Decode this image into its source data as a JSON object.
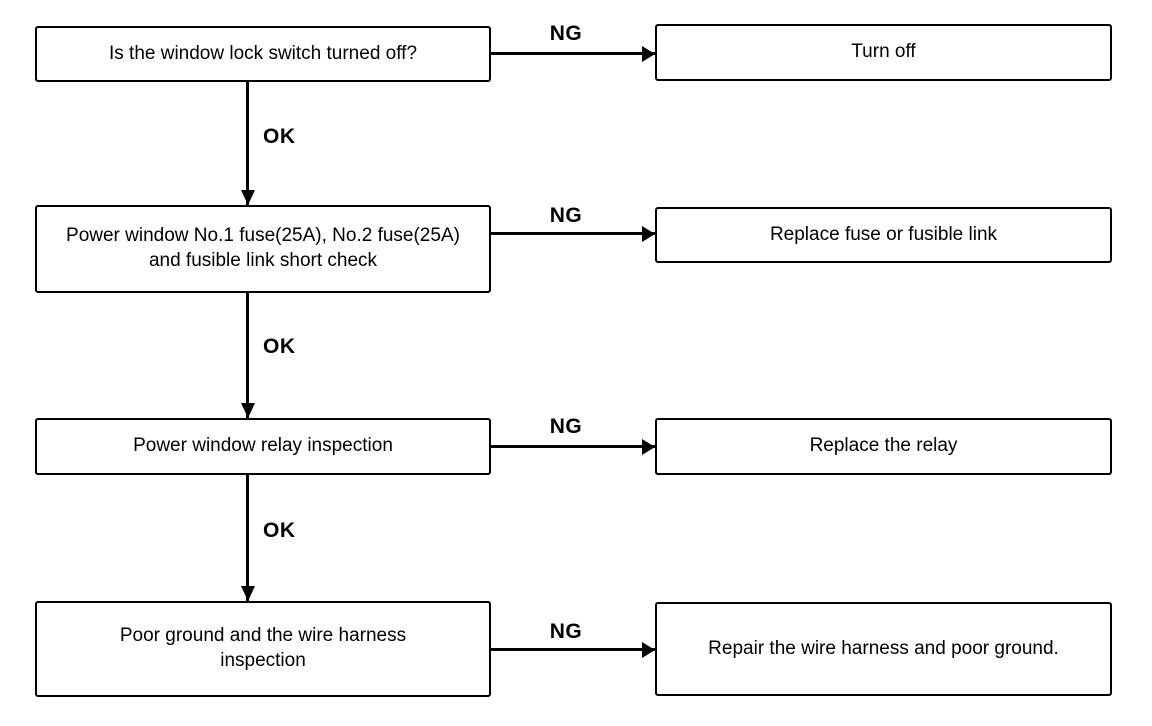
{
  "diagram": {
    "type": "flowchart",
    "colors": {
      "background": "#ffffff",
      "ink": "#000000"
    },
    "rows": [
      {
        "step": "Is the window lock switch turned off?",
        "fail_label": "NG",
        "action": "Turn off",
        "pass_label": "OK"
      },
      {
        "step": "Power window No.1 fuse(25A), No.2 fuse(25A) and fusible link short check",
        "fail_label": "NG",
        "action": "Replace fuse or fusible link",
        "pass_label": "OK"
      },
      {
        "step": "Power window relay inspection",
        "fail_label": "NG",
        "action": "Replace the relay",
        "pass_label": "OK"
      },
      {
        "step": "Poor ground and the wire harness inspection",
        "fail_label": "NG",
        "action": "Repair the wire harness and poor ground."
      }
    ]
  }
}
